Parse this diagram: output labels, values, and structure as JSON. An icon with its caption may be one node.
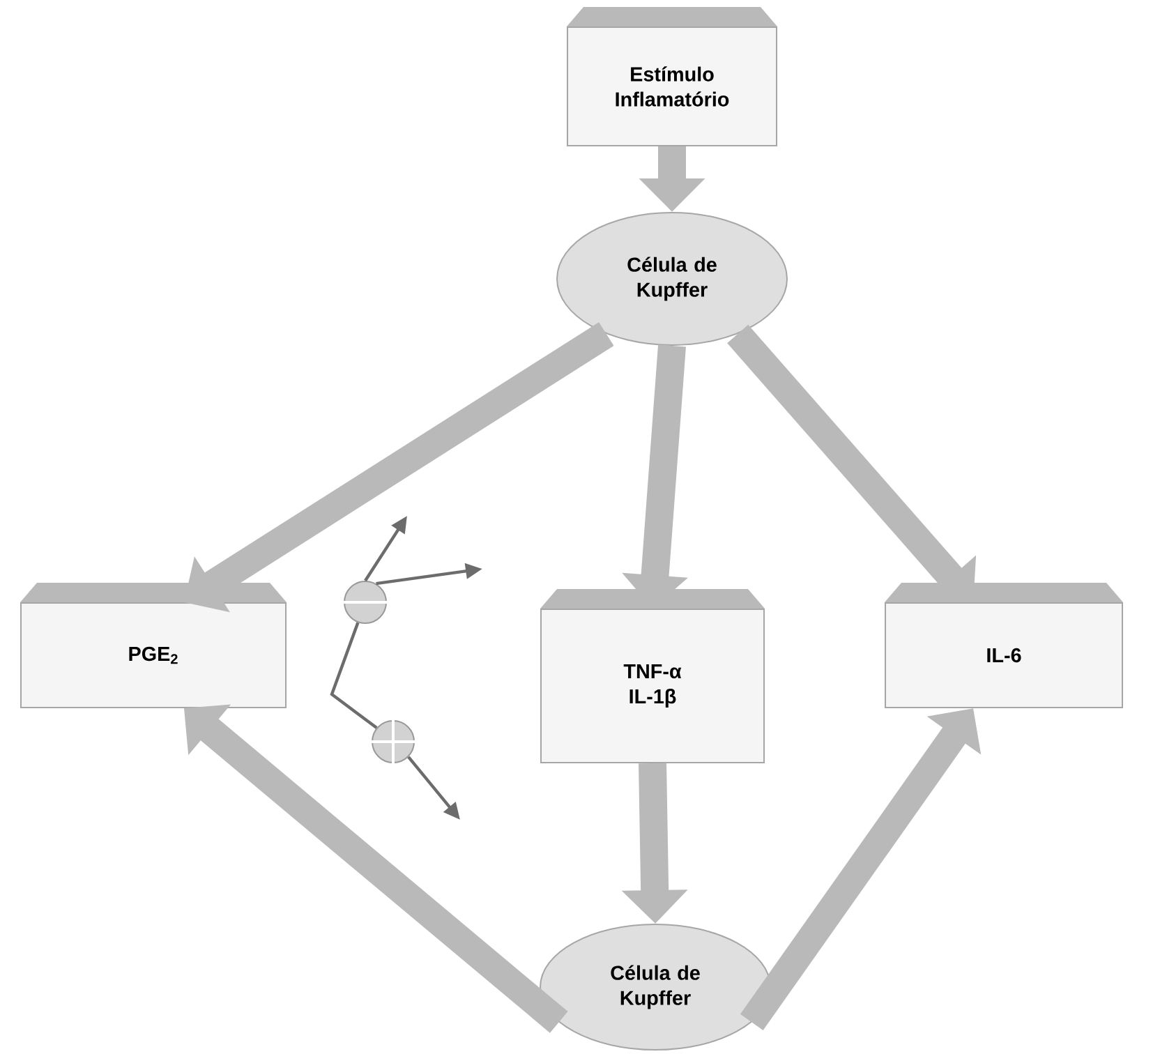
{
  "diagram": {
    "nodes": [
      {
        "text": [
          "Estímulo Inflamatório"
        ]
      },
      {
        "text": [
          "Célula de Kupffer"
        ]
      },
      {
        "text": [
          "PGE$_{2}$"
        ]
      },
      {
        "text": [
          "TNF-α IL-1β"
        ]
      },
      {
        "text": [
          "IL-6"
        ]
      },
      {
        "text": [
          "Célula de Kupffer"
        ]
      },
      {
        "text": [],
        "shape": "circle"
      },
      {
        "text": [],
        "shape": "circle"
      }
    ],
    "edges": [
      {
        "from": 0,
        "to": 1,
        "arrow": "to"
      },
      {
        "from": 1,
        "to": 2,
        "arrow": "to"
      },
      {
        "from": 1,
        "to": 3,
        "arrow": "to"
      },
      {
        "from": 1,
        "to": 4,
        "arrow": "to"
      },
      {
        "from": 3,
        "to": 5,
        "arrow": "to"
      },
      {
        "from": 5,
        "to": 2,
        "arrow": "to"
      },
      {
        "from": 5,
        "to": 4,
        "arrow": "to"
      },
      {
        "from": 6,
        "to": 7,
        "arrow": "none"
      },
      {
        "from": 6,
        "to": null,
        "arrow": "to"
      },
      {
        "from": 6,
        "to": null,
        "arrow": "to"
      },
      {
        "from": 7,
        "to": null,
        "arrow": "to"
      }
    ]
  }
}
